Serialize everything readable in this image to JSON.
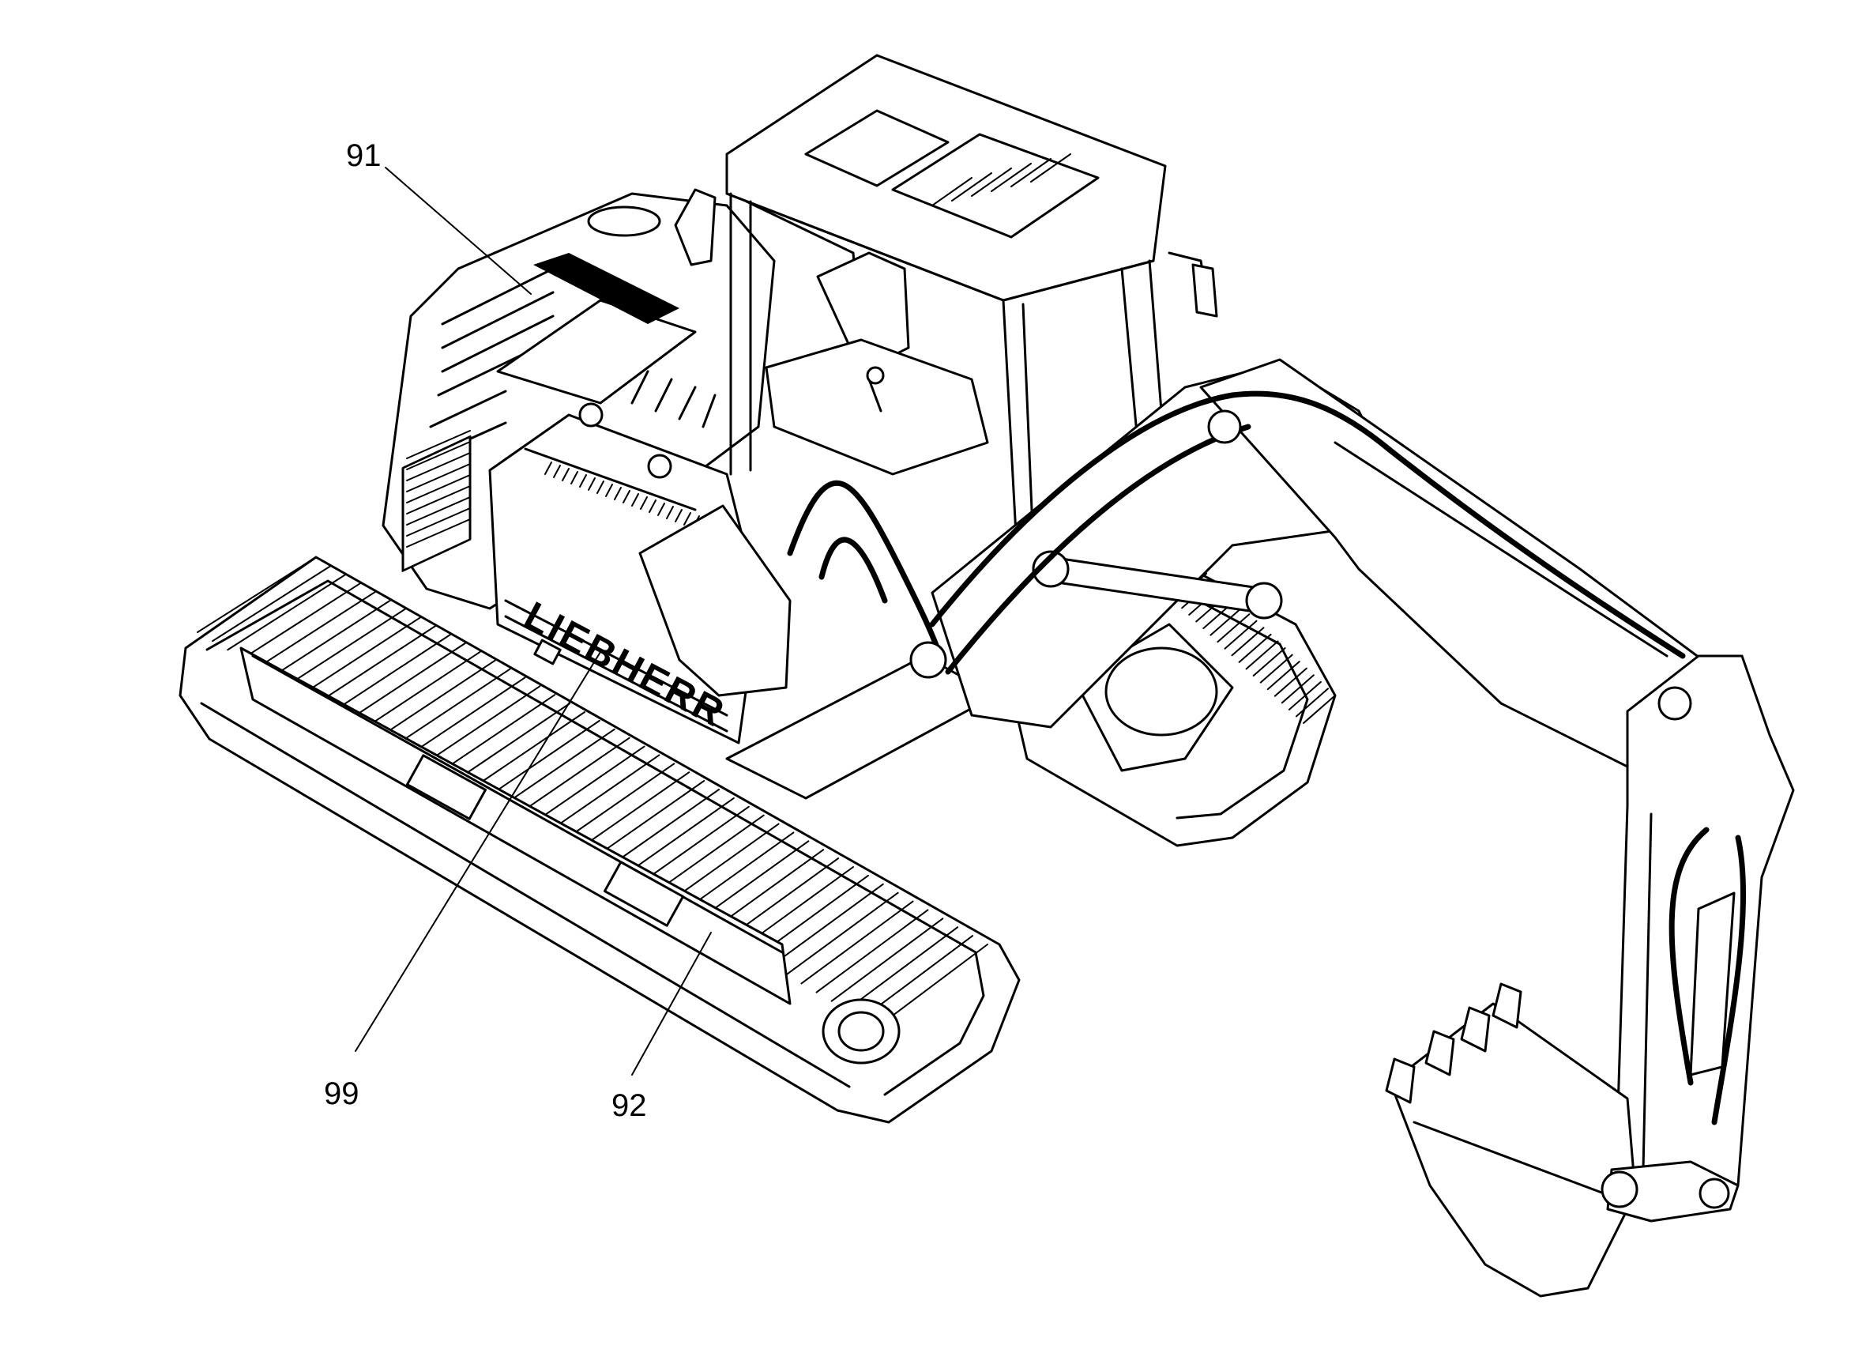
{
  "brand_text": "LIEBHERR",
  "callouts": [
    {
      "id": "91",
      "label": "91"
    },
    {
      "id": "99",
      "label": "99"
    },
    {
      "id": "92",
      "label": "92"
    }
  ],
  "icons": [
    "excavator-illustration"
  ],
  "colors": {
    "line": "#000000",
    "background": "#ffffff"
  }
}
